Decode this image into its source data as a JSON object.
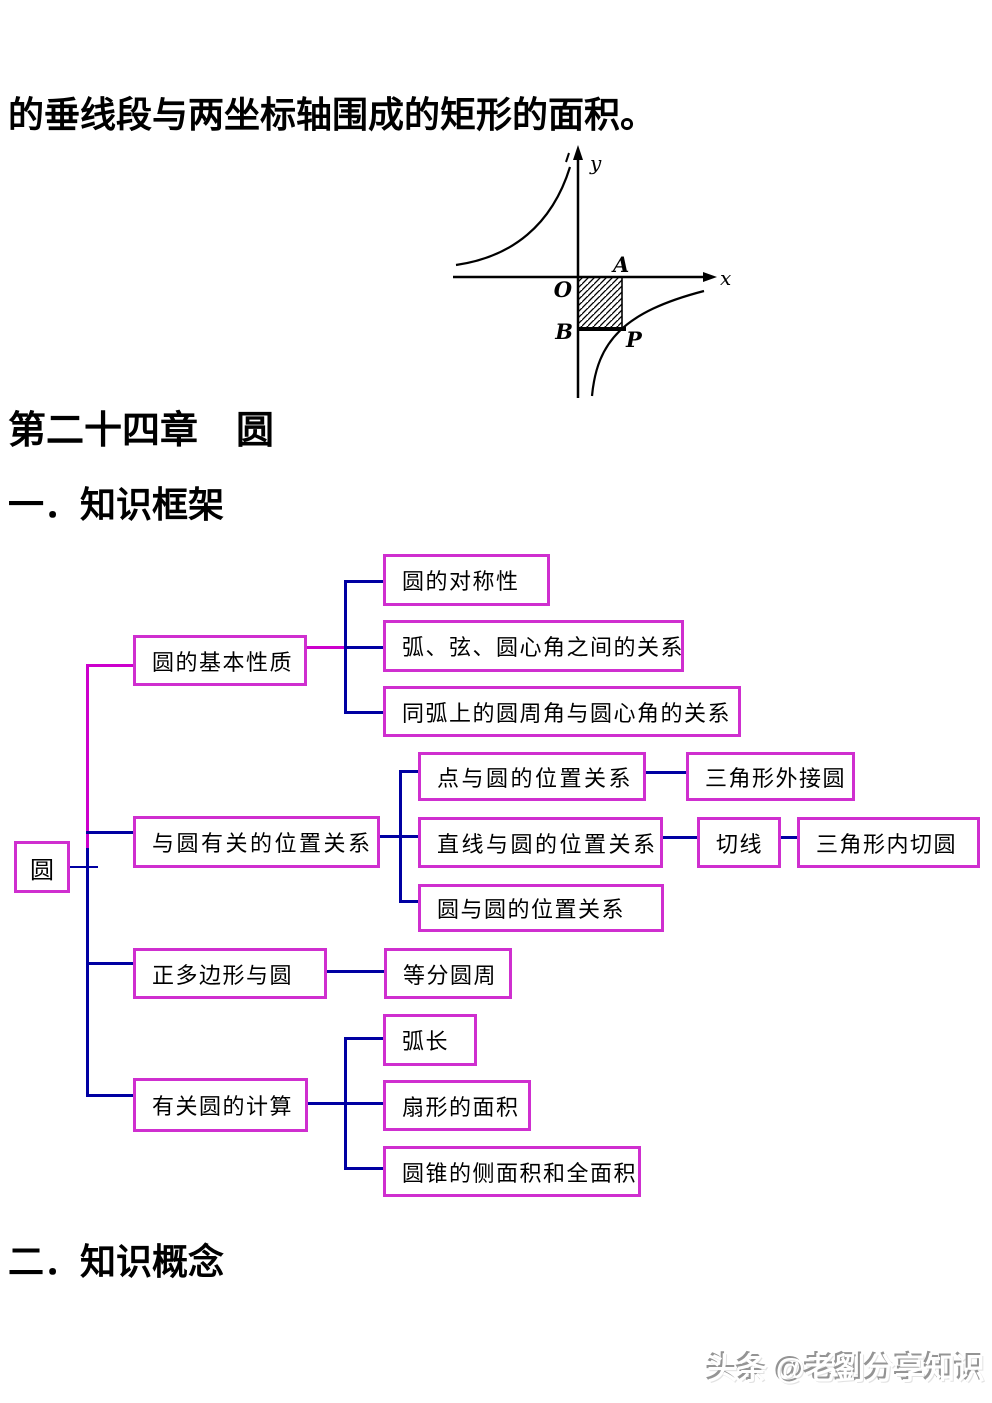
{
  "page": {
    "intro_text": "的垂线段与两坐标轴围成的矩形的面积。",
    "chapter_title": "第二十四章　圆",
    "section_one": "一．知识框架",
    "section_two": "二．知识概念",
    "watermark": "头条 @老劉分享知识"
  },
  "figure": {
    "x_label": "x",
    "y_label": "y",
    "origin_label": "O",
    "point_a": "A",
    "point_b": "B",
    "point_p": "P"
  },
  "flowchart": {
    "colors": {
      "box_border": "#cf2fcf",
      "connector_blue": "#0000a2",
      "connector_magenta": "#cc00cc"
    },
    "nodes": {
      "root": "圆",
      "basic": "圆的基本性质",
      "symmetry": "圆的对称性",
      "arc_chord": "弧、弦、圆心角之间的关系",
      "inscribed_central": "同弧上的圆周角与圆心角的关系",
      "position": "与圆有关的位置关系",
      "point_circle": "点与圆的位置关系",
      "circumscribed": "三角形外接圆",
      "line_circle": "直线与圆的位置关系",
      "tangent": "切线",
      "incircle": "三角形内切圆",
      "circle_circle": "圆与圆的位置关系",
      "polygon": "正多边形与圆",
      "divide": "等分圆周",
      "calc": "有关圆的计算",
      "arc_length": "弧长",
      "sector_area": "扇形的面积",
      "cone_area": "圆锥的侧面积和全面积"
    }
  }
}
